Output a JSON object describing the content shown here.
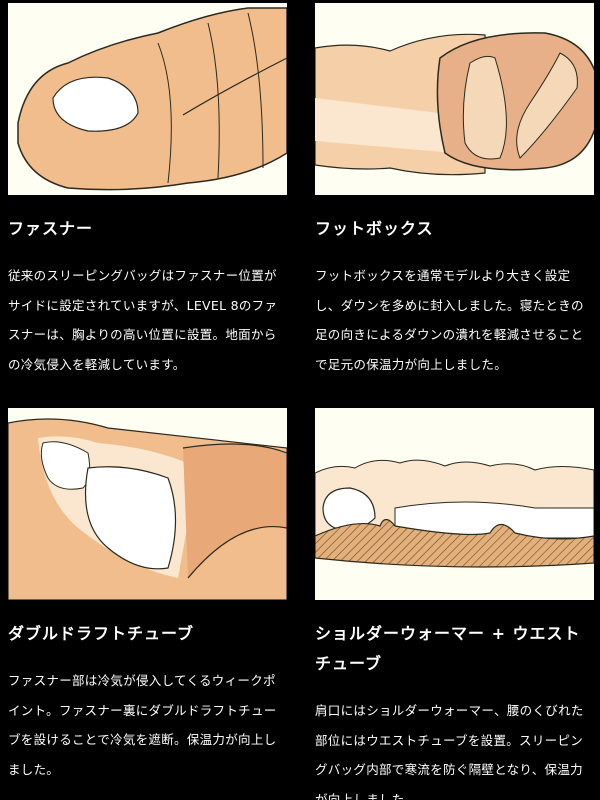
{
  "features": [
    {
      "illustration": "sleeping-bag-hood-zipper-illustration",
      "title": "ファスナー",
      "description": "従来のスリーピングバッグはファスナー位置がサイドに設定されていますが、LEVEL 8のファスナーは、胸よりの高い位置に設置。地面からの冷気侵入を軽減しています。"
    },
    {
      "illustration": "foot-box-illustration",
      "title": "フットボックス",
      "description": "フットボックスを通常モデルより大きく設定し、ダウンを多めに封入しました。寝たときの足の向きによるダウンの潰れを軽減させることで足元の保温力が向上しました。"
    },
    {
      "illustration": "double-draft-tube-illustration",
      "title": "ダブルドラフトチューブ",
      "description": "ファスナー部は冷気が侵入してくるウィークポイント。ファスナー裏にダブルドラフトチューブを設けることで冷気を遮断。保温力が向上しました。"
    },
    {
      "illustration": "shoulder-warmer-waist-tube-illustration",
      "title": "ショルダーウォーマー + ウエストチューブ",
      "description": "肩口にはショルダーウォーマー、腰のくびれた部位にはウエストチューブを設置。スリーピングバッグ内部で寒流を防ぐ隔壁となり、保温力が向上しました。"
    }
  ],
  "colors": {
    "background": "#000000",
    "text": "#ffffff",
    "illustration_bg": "#fffef2",
    "down_orange": "#f2bd8c",
    "line": "#2a2a1e"
  }
}
